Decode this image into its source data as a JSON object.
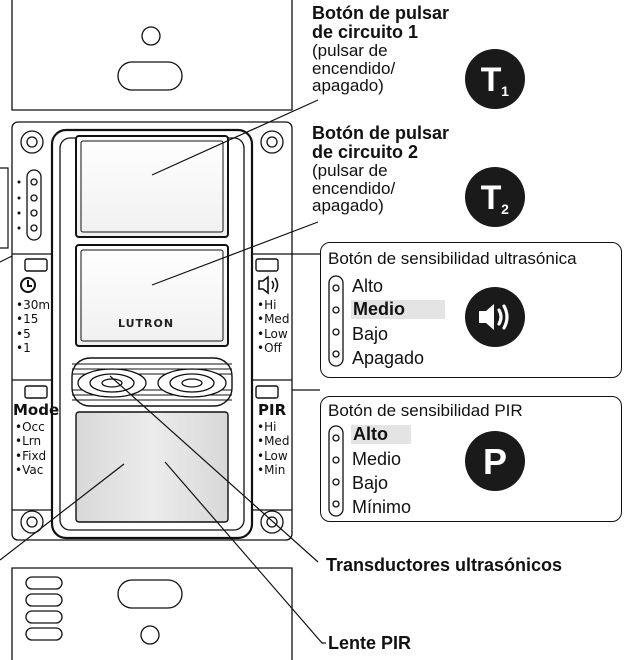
{
  "callouts": {
    "t1": {
      "title_line1": "Botón de pulsar",
      "title_line2": "de circuito 1",
      "desc_line1": "(pulsar de",
      "desc_line2": "encendido/",
      "desc_line3": "apagado)",
      "icon_letter": "T",
      "icon_sub": "1"
    },
    "t2": {
      "title_line1": "Botón de pulsar",
      "title_line2": "de circuito 2",
      "desc_line1": "(pulsar de",
      "desc_line2": "encendido/",
      "desc_line3": "apagado)",
      "icon_letter": "T",
      "icon_sub": "2"
    },
    "ultrasonic": {
      "title": "Botón de sensibilidad ultrasónica",
      "levels": [
        "Alto",
        "Medio",
        "Bajo",
        "Apagado"
      ],
      "selected": "Medio"
    },
    "pir": {
      "title": "Botón de sensibilidad PIR",
      "levels": [
        "Alto",
        "Medio",
        "Bajo",
        "Mínimo"
      ],
      "selected": "Alto",
      "icon_letter": "P"
    },
    "transducers": "Transductores ultrasónicos",
    "lens": "Lente PIR"
  },
  "device": {
    "brand": "LUTRON",
    "timeout_options": [
      "•30m",
      "•15",
      "•5",
      "•1"
    ],
    "sound_options": [
      "•Hi",
      "•Med",
      "•Low",
      "•Off"
    ],
    "mode_label": "Mode",
    "mode_options": [
      "•Occ",
      "•Lrn",
      "•Fixd",
      "•Vac"
    ],
    "pir_label": "PIR",
    "pir_options": [
      "•Hi",
      "•Med",
      "•Low",
      "•Min"
    ]
  },
  "colors": {
    "ink": "#111111",
    "highlight": "#e4e4e4",
    "icon_fill": "#1a1a1a"
  }
}
